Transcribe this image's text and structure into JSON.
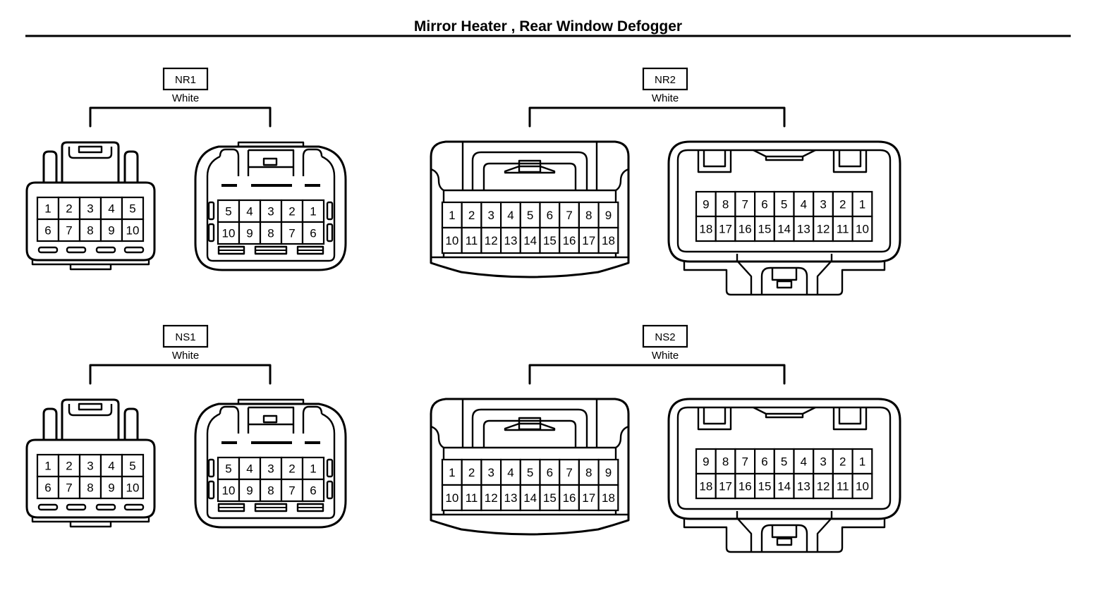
{
  "title": "Mirror Heater , Rear Window Defogger",
  "groups": [
    {
      "code": "NR1",
      "color": "White",
      "left": [
        [
          "1",
          "2",
          "3",
          "4",
          "5"
        ],
        [
          "6",
          "7",
          "8",
          "9",
          "10"
        ]
      ],
      "right": [
        [
          "5",
          "4",
          "3",
          "2",
          "1"
        ],
        [
          "10",
          "9",
          "8",
          "7",
          "6"
        ]
      ]
    },
    {
      "code": "NR2",
      "color": "White",
      "left": [
        [
          "1",
          "2",
          "3",
          "4",
          "5",
          "6",
          "7",
          "8",
          "9"
        ],
        [
          "10",
          "11",
          "12",
          "13",
          "14",
          "15",
          "16",
          "17",
          "18"
        ]
      ],
      "right": [
        [
          "9",
          "8",
          "7",
          "6",
          "5",
          "4",
          "3",
          "2",
          "1"
        ],
        [
          "18",
          "17",
          "16",
          "15",
          "14",
          "13",
          "12",
          "11",
          "10"
        ]
      ]
    },
    {
      "code": "NS1",
      "color": "White",
      "left": [
        [
          "1",
          "2",
          "3",
          "4",
          "5"
        ],
        [
          "6",
          "7",
          "8",
          "9",
          "10"
        ]
      ],
      "right": [
        [
          "5",
          "4",
          "3",
          "2",
          "1"
        ],
        [
          "10",
          "9",
          "8",
          "7",
          "6"
        ]
      ]
    },
    {
      "code": "NS2",
      "color": "White",
      "left": [
        [
          "1",
          "2",
          "3",
          "4",
          "5",
          "6",
          "7",
          "8",
          "9"
        ],
        [
          "10",
          "11",
          "12",
          "13",
          "14",
          "15",
          "16",
          "17",
          "18"
        ]
      ],
      "right": [
        [
          "9",
          "8",
          "7",
          "6",
          "5",
          "4",
          "3",
          "2",
          "1"
        ],
        [
          "18",
          "17",
          "16",
          "15",
          "14",
          "13",
          "12",
          "11",
          "10"
        ]
      ]
    }
  ]
}
